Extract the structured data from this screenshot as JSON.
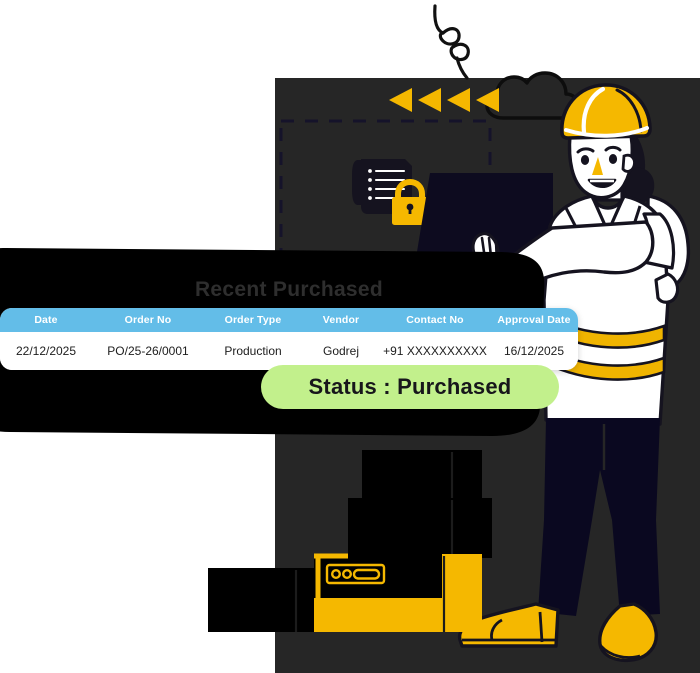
{
  "illustration": {
    "name": "purchase-order-approval-illustration",
    "colors": {
      "panel_dark": "#262626",
      "ink": "#15131f",
      "ink_deep": "#0A0820",
      "yellow": "#F5B800",
      "yellow_bright": "#FFC107",
      "white": "#FFFFFF",
      "header_blue": "#63BDE8",
      "badge_green": "#C2F08C",
      "title_gray": "#2E2E2E",
      "page_bg": "#FFFFFF"
    },
    "decorations": {
      "squiggle": "curly-squiggle-doodle",
      "cloud": "cloud-outline-icon",
      "arrows": "four-left-chevron-arrows",
      "dashed_frame": "dashed-rectangle-frame",
      "document": "document-list-icon",
      "padlock": "padlock-icon",
      "laptop": "laptop-icon",
      "worker": "worker-with-hard-hat",
      "boxes": "stacked-cardboard-boxes",
      "blob": "black-rounded-blob-backdrop"
    }
  },
  "card": {
    "title": "Recent Purchased",
    "table": {
      "headers": [
        "Date",
        "Order No",
        "Order Type",
        "Vendor",
        "Contact No",
        "Approval Date"
      ],
      "rows": [
        [
          "22/12/2025",
          "PO/25-26/0001",
          "Production",
          "Godrej",
          "+91 XXXXXXXXXX",
          "16/12/2025"
        ]
      ]
    },
    "status_badge": "Status : Purchased"
  }
}
